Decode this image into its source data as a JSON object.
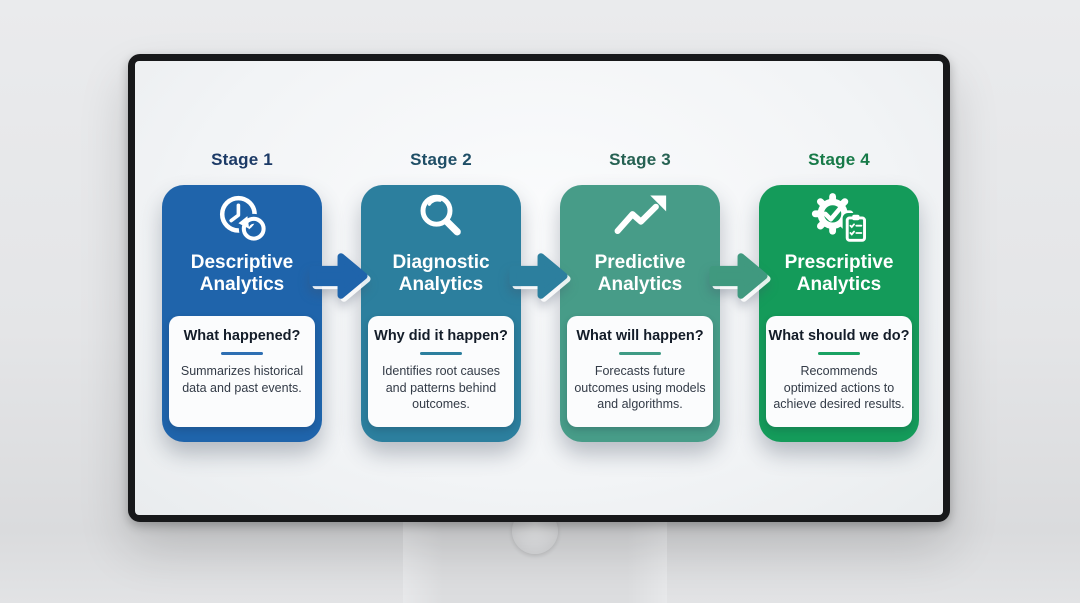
{
  "infographic": {
    "stages": [
      {
        "stage_label": "Stage 1",
        "title": "Descriptive Analytics",
        "question": "What happened?",
        "description": "Summarizes historical data and past events.",
        "icon": "clock-history-icon",
        "colors": {
          "card": "#1f64ab",
          "label": "#1c3a66",
          "divider": "#2e6fb3"
        }
      },
      {
        "stage_label": "Stage 2",
        "title": "Diagnostic Analytics",
        "question": "Why did it happen?",
        "description": "Identifies root causes and patterns behind outcomes.",
        "icon": "search-icon",
        "colors": {
          "card": "#2c7f9e",
          "label": "#1f4e66",
          "divider": "#2c7f9e"
        }
      },
      {
        "stage_label": "Stage 3",
        "title": "Predictive Analytics",
        "question": "What will happen?",
        "description": "Forecasts future outcomes using models and algorithms.",
        "icon": "trend-up-icon",
        "colors": {
          "card": "#479c88",
          "label": "#266152",
          "divider": "#3f9b85"
        }
      },
      {
        "stage_label": "Stage 4",
        "title": "Prescriptive Analytics",
        "question": "What should we do?",
        "description": "Recommends optimized actions to achieve desired results.",
        "icon": "gear-check-clipboard-icon",
        "colors": {
          "card": "#149b5a",
          "label": "#177a48",
          "divider": "#1aa263"
        }
      }
    ],
    "arrows": [
      {
        "color": "#1f64ab"
      },
      {
        "color": "#2c7f9e"
      },
      {
        "color": "#40997f"
      }
    ]
  }
}
